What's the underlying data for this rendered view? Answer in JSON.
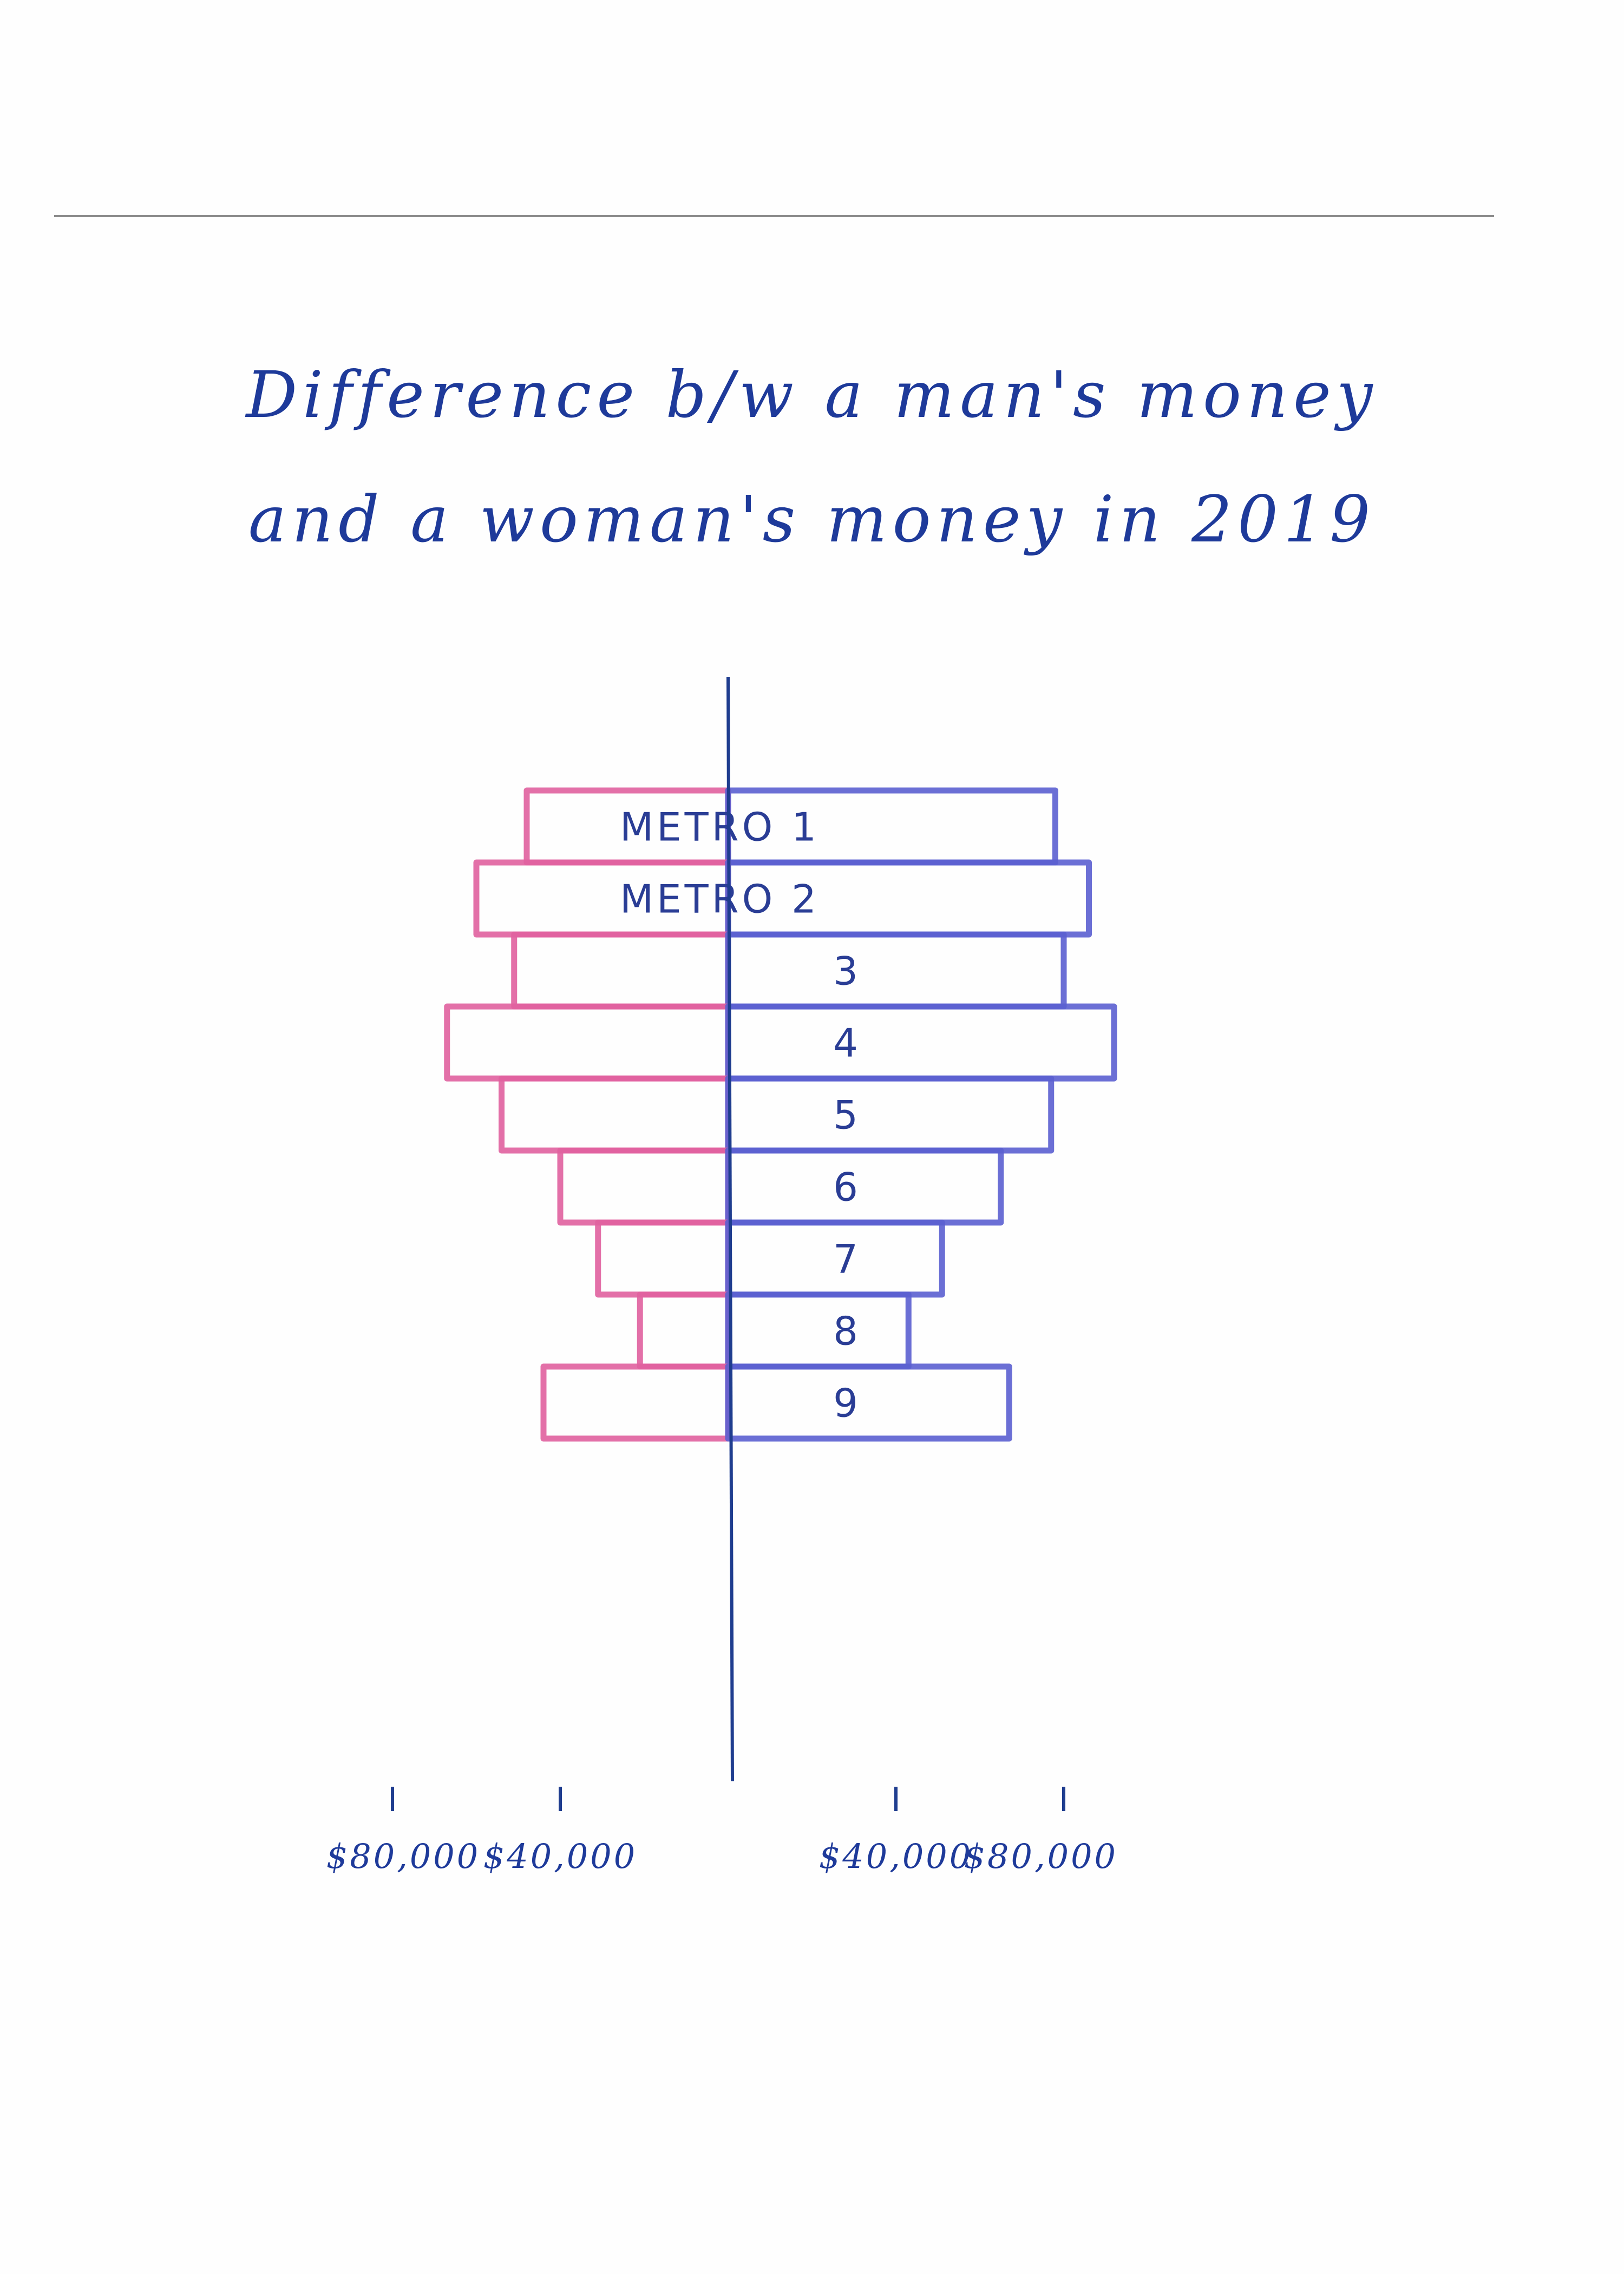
{
  "chart_data": {
    "type": "bar",
    "orientation": "horizontal-diverging",
    "title_lines": [
      "Difference b/w a man's money",
      "and a woman's money in 2019"
    ],
    "categories": [
      "METRO 1",
      "METRO 2",
      "3",
      "4",
      "5",
      "6",
      "7",
      "8",
      "9"
    ],
    "series": [
      {
        "values": [
          48000,
          60000,
          51000,
          67000,
          54000,
          40000,
          31000,
          21000,
          44000
        ],
        "side": "left"
      },
      {
        "values": [
          78000,
          86000,
          80000,
          92000,
          77000,
          65000,
          51000,
          43000,
          67000
        ],
        "side": "right"
      }
    ],
    "xlim": [
      -80000,
      80000
    ],
    "x_ticks": [
      {
        "value": -80000,
        "label": "$80,000"
      },
      {
        "value": -40000,
        "label": "$40,000"
      },
      {
        "value": 40000,
        "label": "$40,000"
      },
      {
        "value": 80000,
        "label": "$80,000"
      }
    ],
    "colors": {
      "left": "#e0619e",
      "right": "#5b5fd0",
      "axis": "#1f3d8f",
      "text": "#1e3a9a"
    },
    "grid": false
  }
}
